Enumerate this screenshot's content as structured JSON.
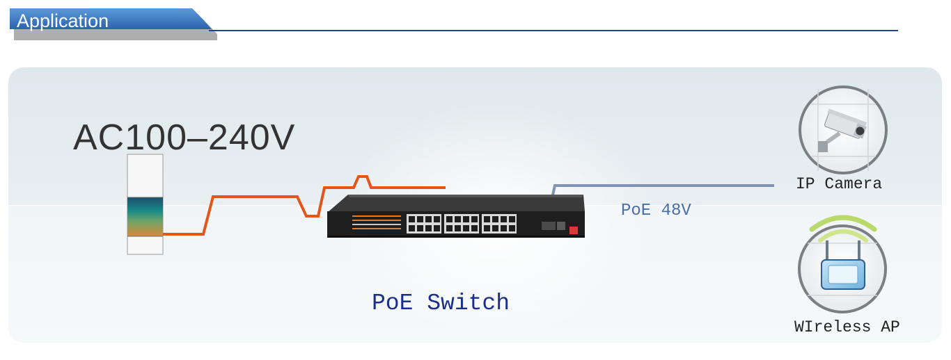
{
  "header": {
    "title": "Application"
  },
  "diagram": {
    "power_label": "AC100–240V",
    "poe_label": "PoE 48V",
    "switch_label": "PoE Switch",
    "camera_label": "IP Camera",
    "ap_label": "WIreless AP"
  },
  "colors": {
    "header_tab": "#3a78c0",
    "header_rule": "#1f3f8f",
    "power_cable": "#e0561b",
    "poe_cable": "#7f94b4",
    "switch_label": "#1b2f8a",
    "poe_label": "#4a6ea8"
  },
  "icons": {
    "power": "power-outlet-icon",
    "switch": "poe-switch-icon",
    "camera": "ip-camera-icon",
    "ap": "wireless-ap-icon"
  }
}
